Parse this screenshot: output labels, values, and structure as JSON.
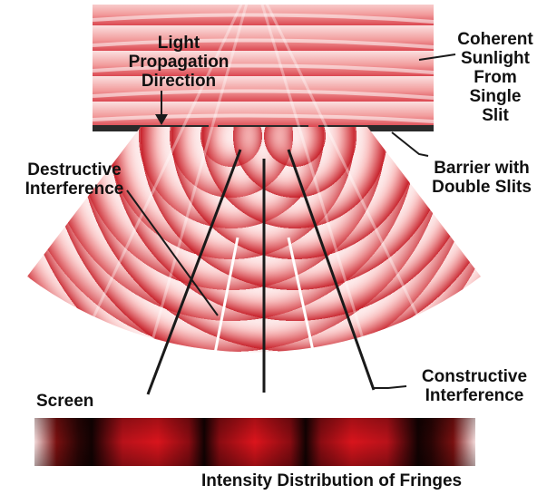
{
  "labels": {
    "propagation": [
      "Light",
      "Propagation",
      "Direction"
    ],
    "sunlight": [
      "Coherent",
      "Sunlight",
      "From",
      "Single",
      "Slit"
    ],
    "barrier": [
      "Barrier with",
      "Double Slits"
    ],
    "destructive": [
      "Destructive",
      "Interference"
    ],
    "constructive": [
      "Constructive",
      "Interference"
    ],
    "screen": "Screen",
    "fringes": "Intensity Distribution of Fringes"
  },
  "colors": {
    "wave_light": "#fbe6e6",
    "wave_mid": "#f08a8a",
    "wave_dark": "#d81e2a",
    "line": "#1a1a1a",
    "fringe_dark": "#140202",
    "fringe_bright": "#d0101a"
  }
}
